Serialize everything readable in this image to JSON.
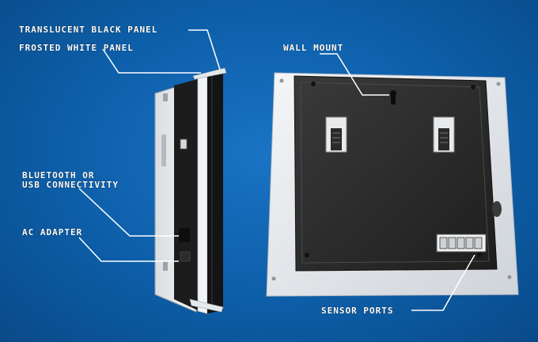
{
  "labels": {
    "translucent_black_panel": "TRANSLUCENT BLACK PANEL",
    "frosted_white_panel": "FROSTED WHITE PANEL",
    "bluetooth_line1": "BLUETOOTH OR",
    "bluetooth_line2": "USB CONNECTIVITY",
    "ac_adapter": "AC ADAPTER",
    "wall_mount": "WALL MOUNT",
    "sensor_ports": "SENSOR PORTS"
  },
  "colors": {
    "background": "#0d5ea8",
    "callout_line": "#ffffff",
    "device_black": "#2a2a2a",
    "frosted_white": "#e9ecef"
  }
}
